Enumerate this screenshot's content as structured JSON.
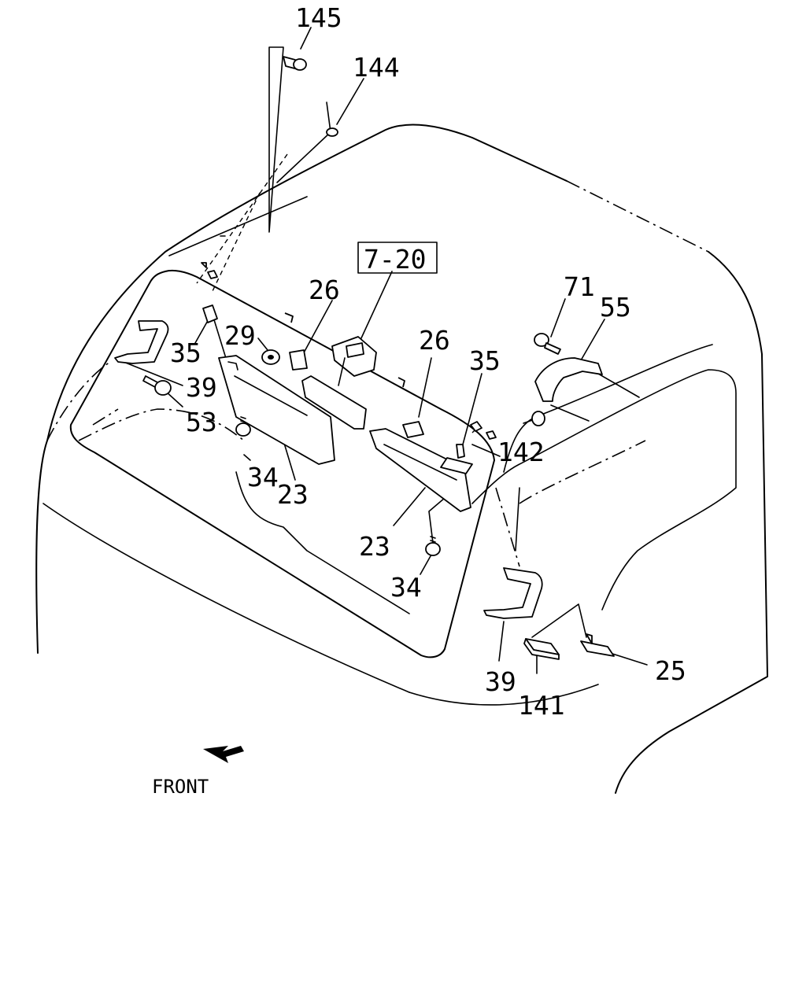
{
  "reference_box": "7-20",
  "direction_label": "FRONT",
  "callouts": {
    "c145": "145",
    "c144": "144",
    "c26a": "26",
    "c26b": "26",
    "c29": "29",
    "c35a": "35",
    "c35b": "35",
    "c39a": "39",
    "c39b": "39",
    "c53": "53",
    "c34a": "34",
    "c34b": "34",
    "c23a": "23",
    "c23b": "23",
    "c71": "71",
    "c55": "55",
    "c142": "142",
    "c141": "141",
    "c25": "25"
  }
}
